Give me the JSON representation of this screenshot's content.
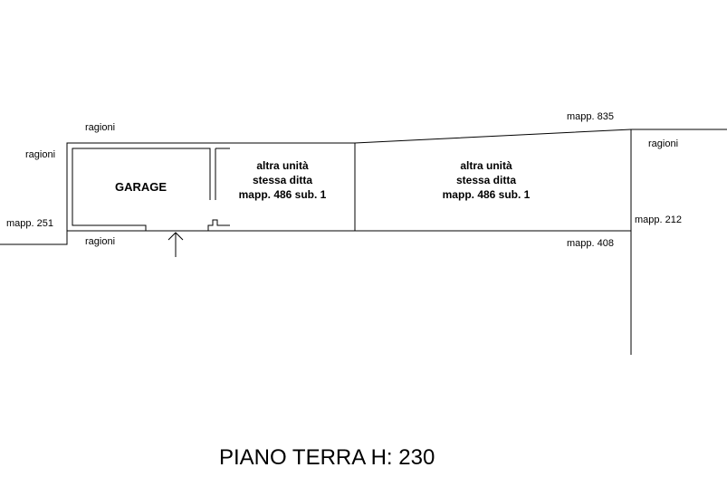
{
  "plan": {
    "title": "PIANO TERRA H: 230",
    "rooms": {
      "garage": "GARAGE",
      "unit_left": [
        "altra unità",
        "stessa ditta",
        "mapp. 486 sub. 1"
      ],
      "unit_right": [
        "altra unità",
        "stessa ditta",
        "mapp. 486 sub. 1"
      ]
    },
    "labels": {
      "ragioni_top": "ragioni",
      "ragioni_left": "ragioni",
      "ragioni_bottom": "ragioni",
      "ragioni_right": "ragioni",
      "mapp_835": "mapp. 835",
      "mapp_251": "mapp. 251",
      "mapp_212": "mapp. 212",
      "mapp_408": "mapp. 408"
    }
  }
}
